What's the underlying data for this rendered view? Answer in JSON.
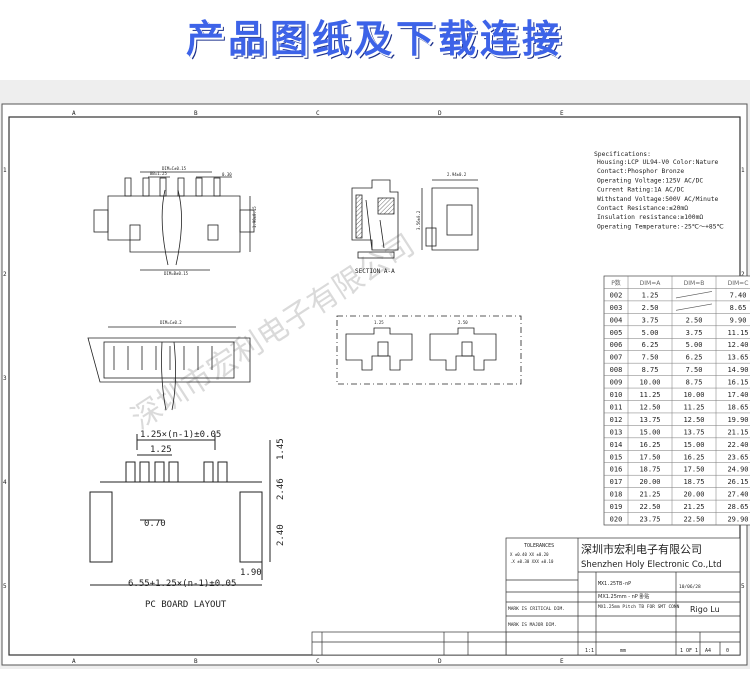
{
  "banner": {
    "title": "产品图纸及下载连接"
  },
  "grid": {
    "columns": [
      "A",
      "B",
      "C",
      "D",
      "E"
    ],
    "rows": [
      "1",
      "2",
      "3",
      "4",
      "5"
    ]
  },
  "watermark": "深圳市宏利电子有限公司",
  "views": {
    "section_label": "SECTION A-A",
    "pcb_label": "PC BOARD LAYOUT",
    "dims": {
      "d_125n1": "1.25×(n-1)±0.05",
      "d_125": "1.25",
      "d_070": "0.70",
      "d_655": "6.55+1.25×(n-1)±0.05",
      "d_145": "1.45",
      "d_246": "2.46",
      "d_240": "2.40",
      "d_190": "1.90"
    }
  },
  "specs": {
    "heading": "Specifications:",
    "lines": [
      "Housing:LCP UL94-V0 Color:Nature",
      "Contact:Phosphor Bronze",
      "Operating Voltage:125V AC/DC",
      "Current Rating:1A AC/DC",
      "Withstand Voltage:500V AC/Minute",
      "Contact Resistance:≤20mΩ",
      "Insulation resistance:≥100mΩ",
      "Operating Temperature:-25℃～+85℃"
    ]
  },
  "dim_table": {
    "headers": [
      "P数",
      "DIM=A",
      "DIM=B",
      "DIM=C"
    ],
    "rows": [
      [
        "002",
        "1.25",
        "",
        "7.40"
      ],
      [
        "003",
        "2.50",
        "",
        "8.65"
      ],
      [
        "004",
        "3.75",
        "2.50",
        "9.90"
      ],
      [
        "005",
        "5.00",
        "3.75",
        "11.15"
      ],
      [
        "006",
        "6.25",
        "5.00",
        "12.40"
      ],
      [
        "007",
        "7.50",
        "6.25",
        "13.65"
      ],
      [
        "008",
        "8.75",
        "7.50",
        "14.90"
      ],
      [
        "009",
        "10.00",
        "8.75",
        "16.15"
      ],
      [
        "010",
        "11.25",
        "10.00",
        "17.40"
      ],
      [
        "011",
        "12.50",
        "11.25",
        "18.65"
      ],
      [
        "012",
        "13.75",
        "12.50",
        "19.90"
      ],
      [
        "013",
        "15.00",
        "13.75",
        "21.15"
      ],
      [
        "014",
        "16.25",
        "15.00",
        "22.40"
      ],
      [
        "015",
        "17.50",
        "16.25",
        "23.65"
      ],
      [
        "016",
        "18.75",
        "17.50",
        "24.90"
      ],
      [
        "017",
        "20.00",
        "18.75",
        "26.15"
      ],
      [
        "018",
        "21.25",
        "20.00",
        "27.40"
      ],
      [
        "019",
        "22.50",
        "21.25",
        "28.65"
      ],
      [
        "020",
        "23.75",
        "22.50",
        "29.90"
      ]
    ]
  },
  "title_block": {
    "tolerance_heading": "TOLERANCES",
    "company_cn": "深圳市宏利电子有限公司",
    "company_en": "Shenzhen Holy Electronic Co.,Ltd",
    "part_no": "MX1.25TB-nP",
    "title": "MX1.25mm - nP 卧贴",
    "title_full": "MX1.25mm Pitch TB FOR SMT CONN",
    "mark_critical": "MARK IS CRITICAL DIM.",
    "mark_major": "MARK IS MAJOR DIM.",
    "designer": "Rigo Lu",
    "scale": "1:1",
    "units": "mm",
    "sheet": "1 OF 1",
    "size": "A4",
    "rev": "0",
    "date": "10/06/28"
  }
}
